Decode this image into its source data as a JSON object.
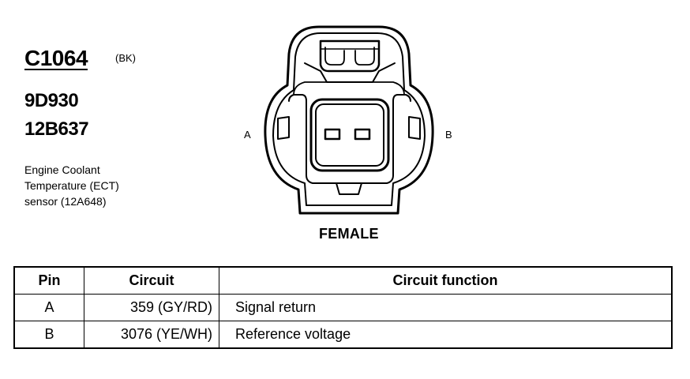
{
  "connector": {
    "id": "C1064",
    "color": "(BK)",
    "part_numbers": [
      "9D930",
      "12B637"
    ],
    "description_lines": [
      "Engine Coolant",
      "Temperature (ECT)",
      "sensor (12A648)"
    ],
    "pin_labels": {
      "left": "A",
      "right": "B"
    },
    "gender": "FEMALE"
  },
  "table": {
    "headers": {
      "pin": "Pin",
      "circuit": "Circuit",
      "function": "Circuit function"
    },
    "rows": [
      {
        "pin": "A",
        "circuit": "359 (GY/RD)",
        "function": "Signal return"
      },
      {
        "pin": "B",
        "circuit": "3076 (YE/WH)",
        "function": "Reference voltage"
      }
    ]
  }
}
